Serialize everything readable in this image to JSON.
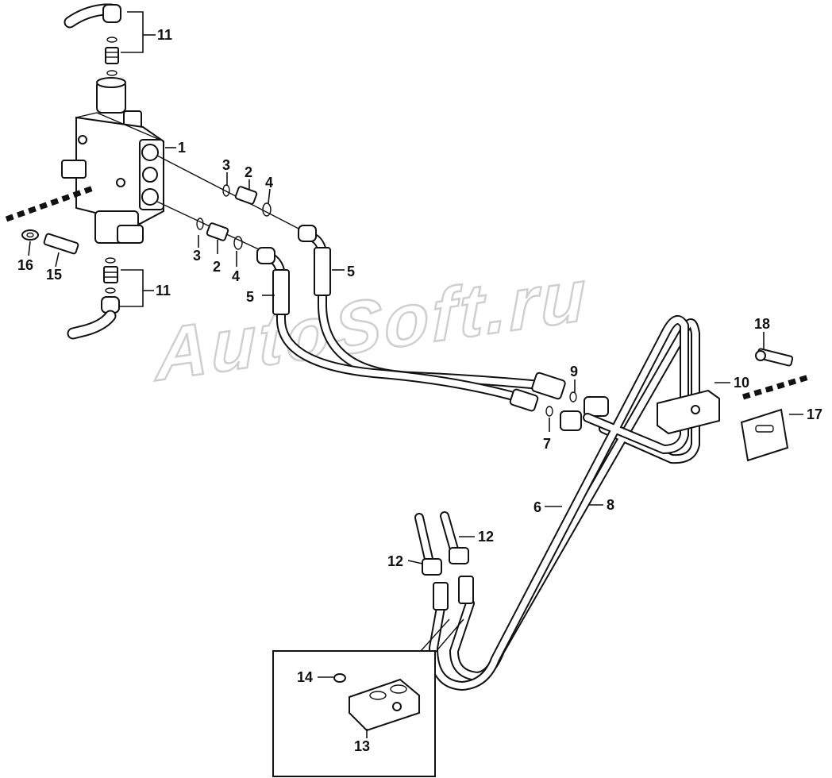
{
  "watermark": "AutoSoft.ru",
  "callouts": {
    "c1": "1",
    "c2a": "2",
    "c2b": "2",
    "c3a": "3",
    "c3b": "3",
    "c4a": "4",
    "c4b": "4",
    "c5a": "5",
    "c5b": "5",
    "c6": "6",
    "c7": "7",
    "c8": "8",
    "c9": "9",
    "c10": "10",
    "c11a": "11",
    "c11b": "11",
    "c12a": "12",
    "c12b": "12",
    "c13": "13",
    "c14": "14",
    "c15": "15",
    "c16": "16",
    "c17": "17",
    "c18": "18"
  }
}
